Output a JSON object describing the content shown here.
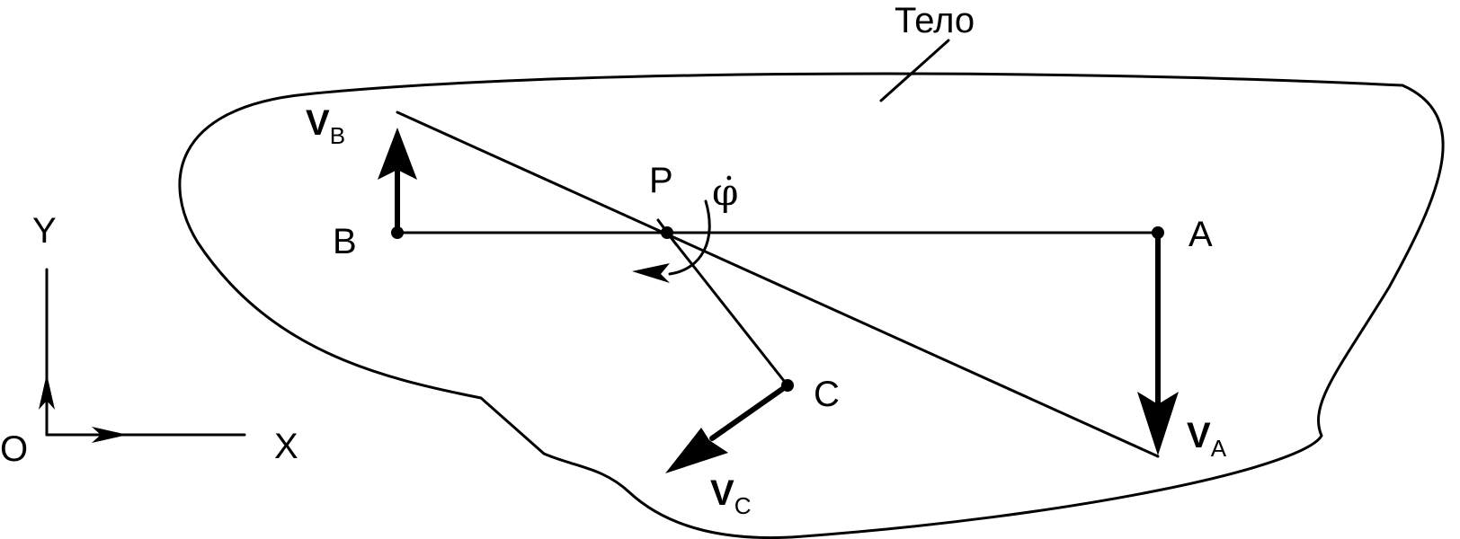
{
  "body_label": "Тело",
  "axes": {
    "origin": "O",
    "x": "X",
    "y": "Y"
  },
  "points": {
    "A": "A",
    "B": "B",
    "C": "C",
    "P": "P"
  },
  "vectors": {
    "vA": {
      "symbol": "V",
      "sub": "A"
    },
    "vB": {
      "symbol": "V",
      "sub": "B"
    },
    "vC": {
      "symbol": "V",
      "sub": "C"
    }
  },
  "angular_velocity": "φ̇",
  "colors": {
    "ink": "#000000",
    "background": "#ffffff"
  }
}
